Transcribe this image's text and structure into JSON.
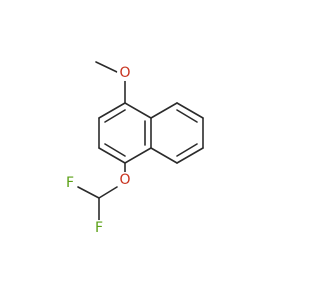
{
  "molecule": {
    "bond_color": "#2b2b2b",
    "atoms": {
      "o_methoxy": {
        "label": "O",
        "color": "#c8321e"
      },
      "o_ether": {
        "label": "O",
        "color": "#c8321e"
      },
      "f_top": {
        "label": "F",
        "color": "#5aa014"
      },
      "f_bottom": {
        "label": "F",
        "color": "#5aa014"
      }
    }
  }
}
